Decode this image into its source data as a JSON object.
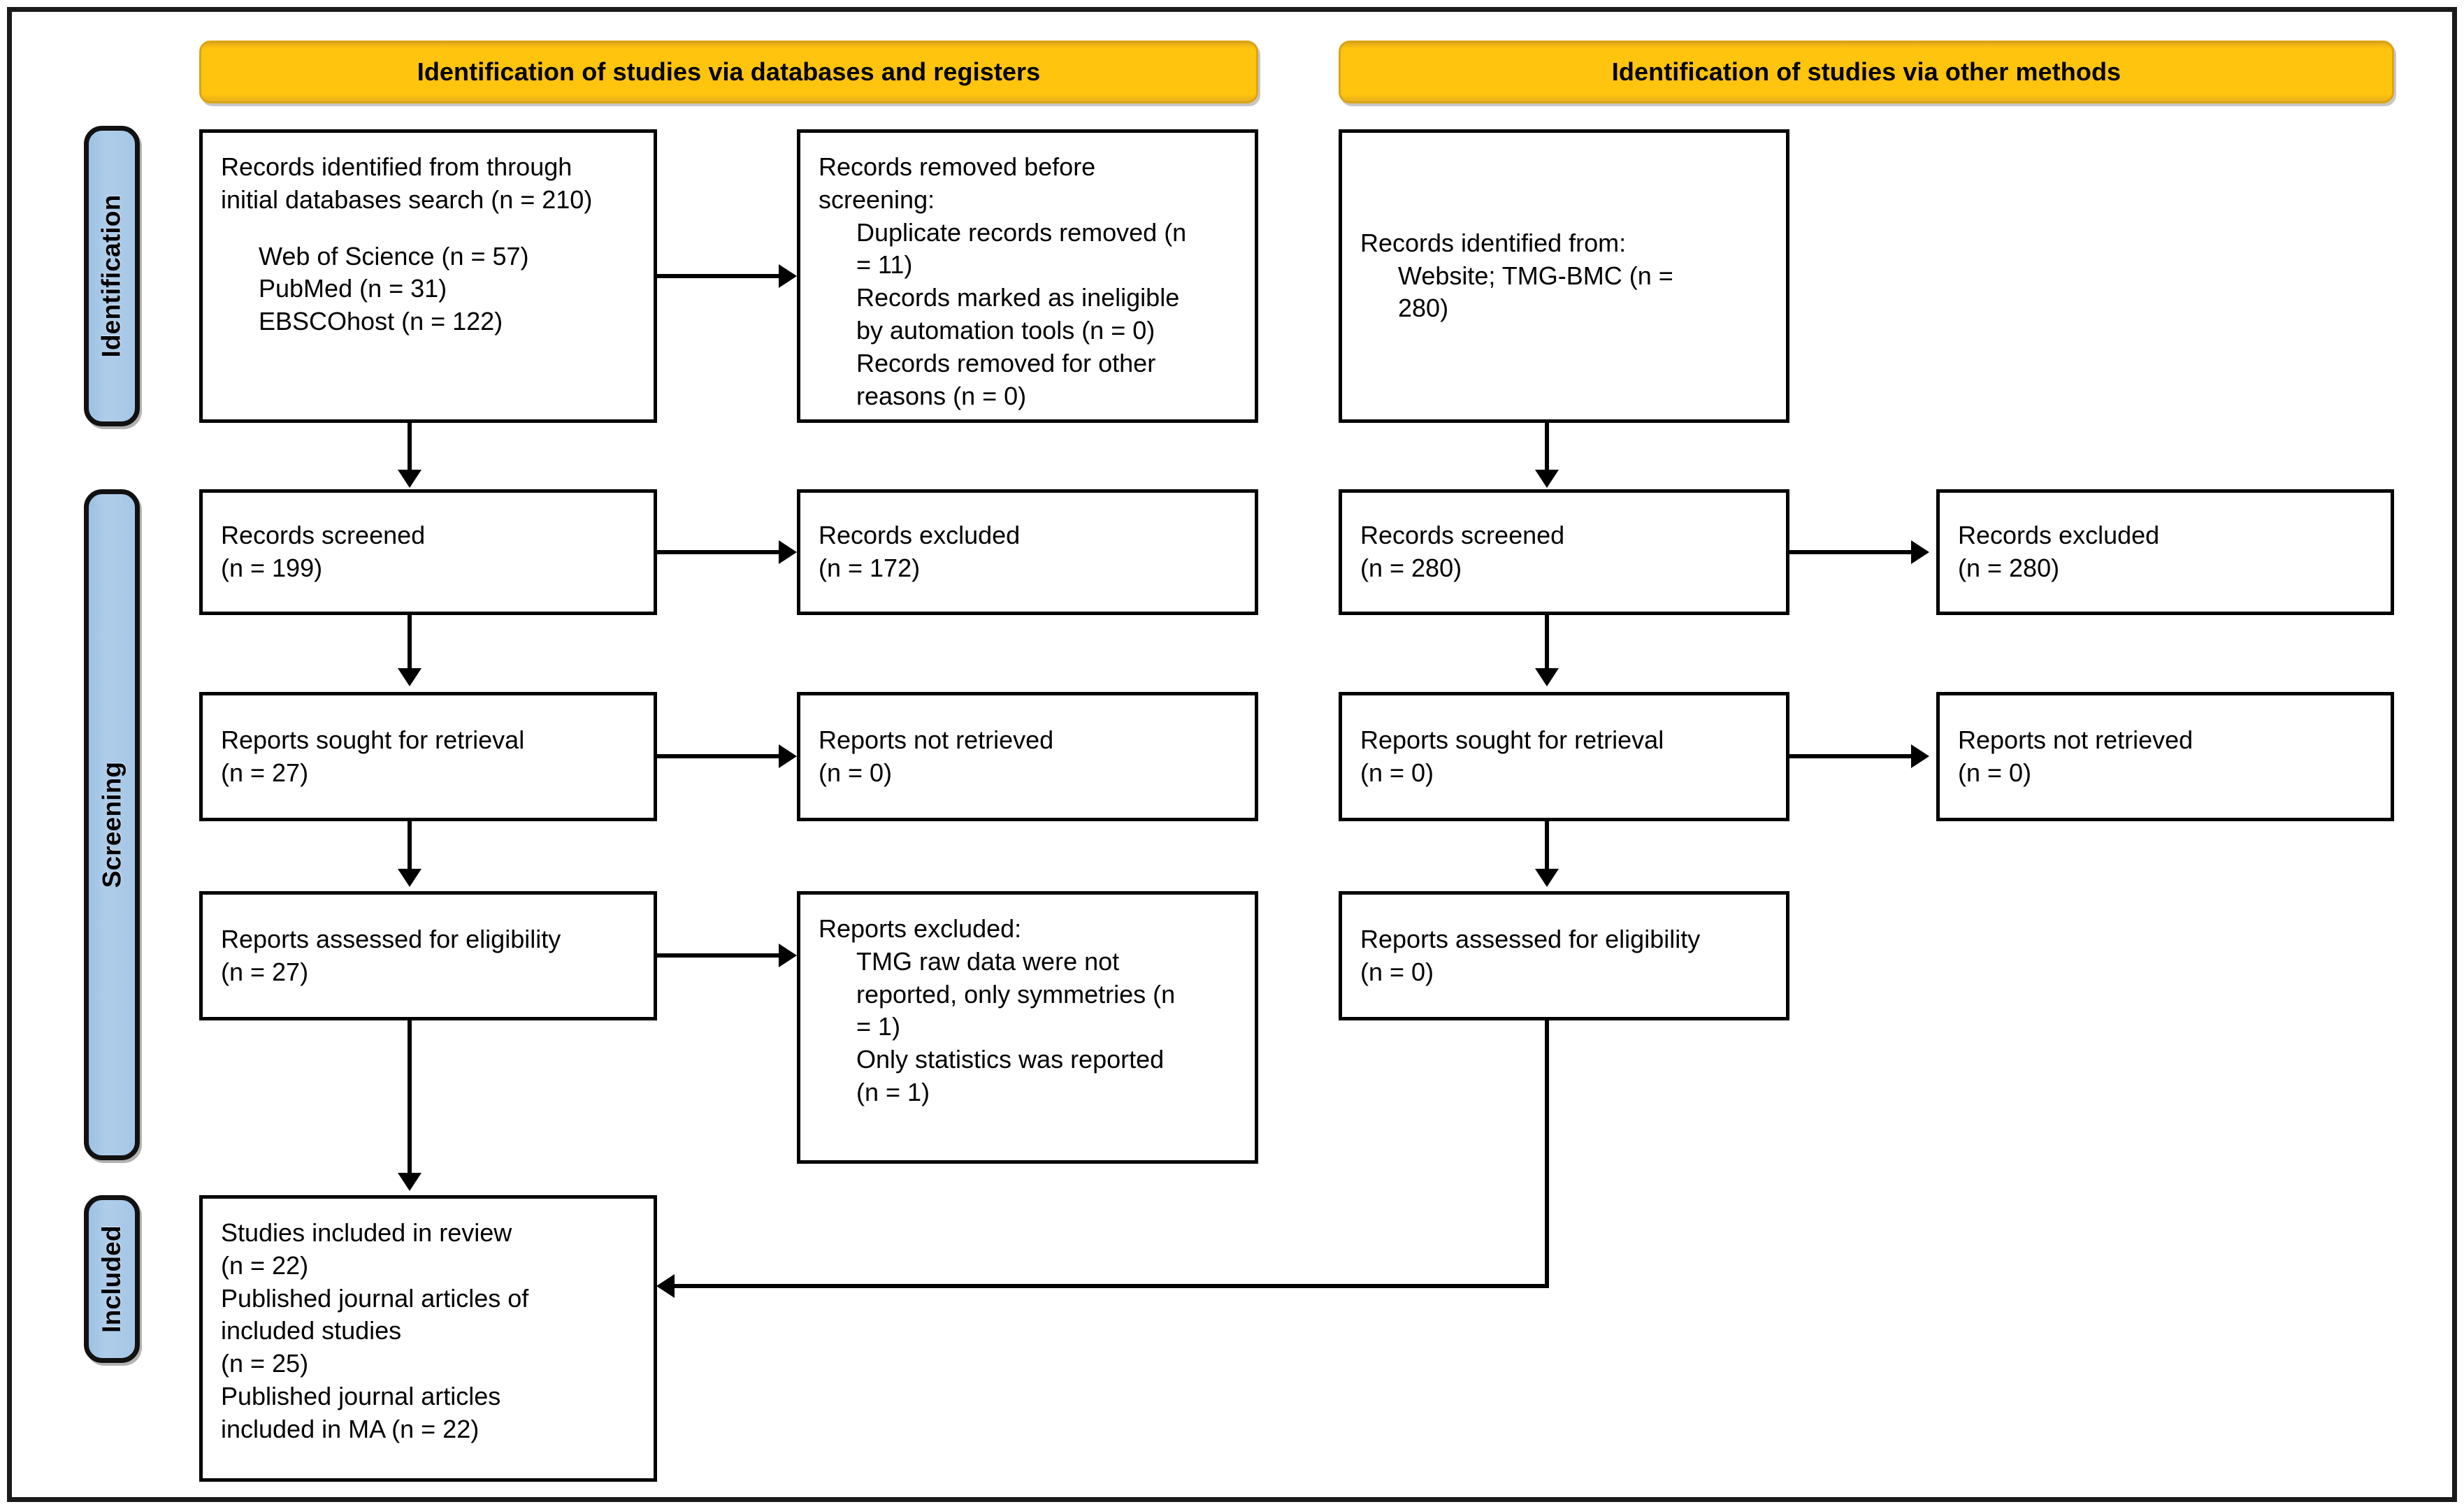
{
  "diagram": {
    "title": "PRISMA 2020 flow diagram",
    "colors": {
      "header_orange": "#ffc40d",
      "stage_blue": "#a5c6e6",
      "box_border": "#000000",
      "frame": "#1a1a1a",
      "background": "#ffffff"
    }
  },
  "stages": [
    {
      "label": "Identification"
    },
    {
      "label": "Screening"
    },
    {
      "label": "Included"
    }
  ],
  "columns": [
    {
      "header": "Identification of studies via databases and registers"
    },
    {
      "header": "Identification of studies via other methods"
    }
  ],
  "boxes": {
    "db_identified": {
      "lines": [
        "Records identified from through",
        "initial databases search (n = 210)",
        "",
        "Web of Science (n = 57)",
        "PubMed (n = 31)",
        "EBSCOhost (n = 122)"
      ]
    },
    "db_removed": {
      "lines": [
        "Records removed ",
        "before",
        "screening",
        ":",
        "Duplicate records removed (n",
        "= 11)",
        "Records marked as ineligible",
        "by automation tools (n = 0)",
        "Records removed for other",
        "reasons (n = 0)"
      ],
      "l1a": "Records removed ",
      "l1b": "before",
      "l2a": "screening",
      "l2b": ":",
      "i1": "Duplicate records removed (n",
      "i2": "= 11)",
      "i3": "Records marked as ineligible",
      "i4": "by automation tools (n = 0)",
      "i5": "Records removed for other",
      "i6": "reasons (n = 0)"
    },
    "db_screened": {
      "l1": "Records screened",
      "l2": "(n = 199)"
    },
    "db_excluded": {
      "l1": "Records excluded",
      "l2": "(n = 172)"
    },
    "db_sought": {
      "l1": "Reports sought for retrieval",
      "l2": "(n = 27)"
    },
    "db_notretrieved": {
      "l1": "Reports not retrieved",
      "l2": "(n = 0)"
    },
    "db_assessed": {
      "l1": "Reports assessed for eligibility",
      "l2": "(n = 27)"
    },
    "db_repexcluded": {
      "l1": "Reports excluded:",
      "i1": "TMG raw data were not",
      "i2": "reported, only symmetries (n",
      "i3": "= 1)",
      "i4": "Only statistics was reported",
      "i5": "(n = 1)"
    },
    "ot_identified": {
      "l1": "Records identified from:",
      "i1": "Website; TMG-BMC (n =",
      "i2": "280)"
    },
    "ot_screened": {
      "l1": "Records screened",
      "l2": "(n = 280)"
    },
    "ot_excluded": {
      "l1": "Records excluded",
      "l2": "(n = 280)"
    },
    "ot_sought": {
      "l1": "Reports sought for retrieval",
      "l2": "(n = 0)"
    },
    "ot_notretrieved": {
      "l1": "Reports not retrieved",
      "l2": "(n = 0)"
    },
    "ot_assessed": {
      "l1": "Reports assessed for eligibility",
      "l2": "(n = 0)"
    },
    "included": {
      "l1": "Studies included in review",
      "l2": "(n = 22)",
      "l3": "Published journal articles of",
      "l4": "included studies",
      "l5": "(n = 25)",
      "l6": "Published journal articles",
      "l7": "included in MA (n = 22)"
    }
  }
}
